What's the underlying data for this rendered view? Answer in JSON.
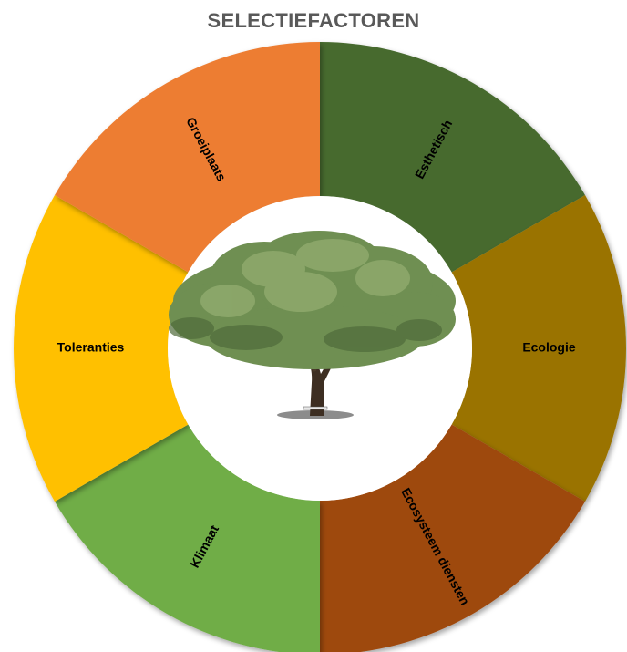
{
  "title": "SELECTIEFACTOREN",
  "colors": {
    "background": "#ffffff",
    "title": "#595959",
    "center": "#ffffff"
  },
  "segments": [
    {
      "label": "Esthetisch",
      "color": "#476b2e",
      "icon": "none"
    },
    {
      "label": "Ecologie",
      "color": "#9a7300",
      "icon": "none"
    },
    {
      "label": "Ecosysteem diensten",
      "color": "#9e480e",
      "icon": "none"
    },
    {
      "label": "Klimaat",
      "color": "#70ad47",
      "icon": "none"
    },
    {
      "label": "Toleranties",
      "color": "#ffc000",
      "icon": "none"
    },
    {
      "label": "Groeiplaats",
      "color": "#ed7d31",
      "icon": "none"
    }
  ],
  "center_image": {
    "icon": "tree-illustration"
  }
}
